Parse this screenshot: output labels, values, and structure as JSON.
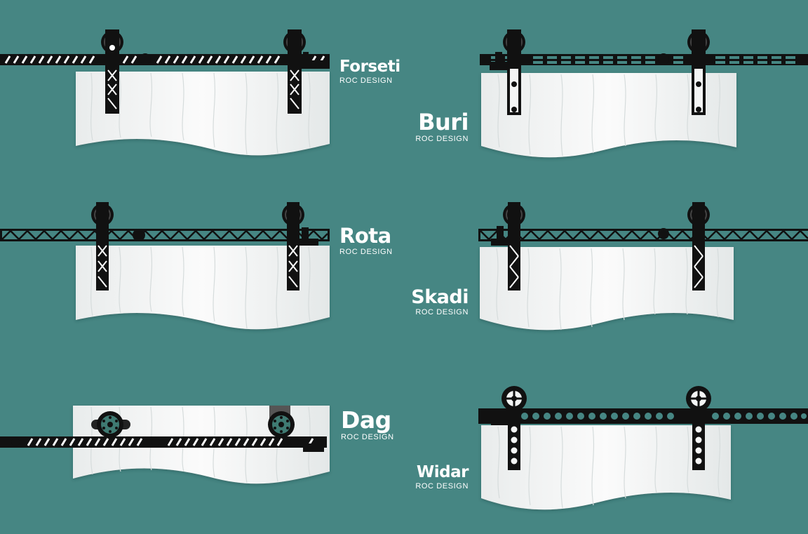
{
  "products": [
    {
      "name": "Forseti",
      "subtitle": "ROC DESIGN"
    },
    {
      "name": "Buri",
      "subtitle": "ROC DESIGN"
    },
    {
      "name": "Rota",
      "subtitle": "ROC DESIGN"
    },
    {
      "name": "Skadi",
      "subtitle": "ROC DESIGN"
    },
    {
      "name": "Dag",
      "subtitle": "ROC DESIGN"
    },
    {
      "name": "Widar",
      "subtitle": "ROC DESIGN"
    }
  ],
  "colors": {
    "background": "#468683",
    "hardware": "#111111",
    "door": "#f4f5f5",
    "label": "#ffffff",
    "roller_hub": "#3f7a72"
  }
}
